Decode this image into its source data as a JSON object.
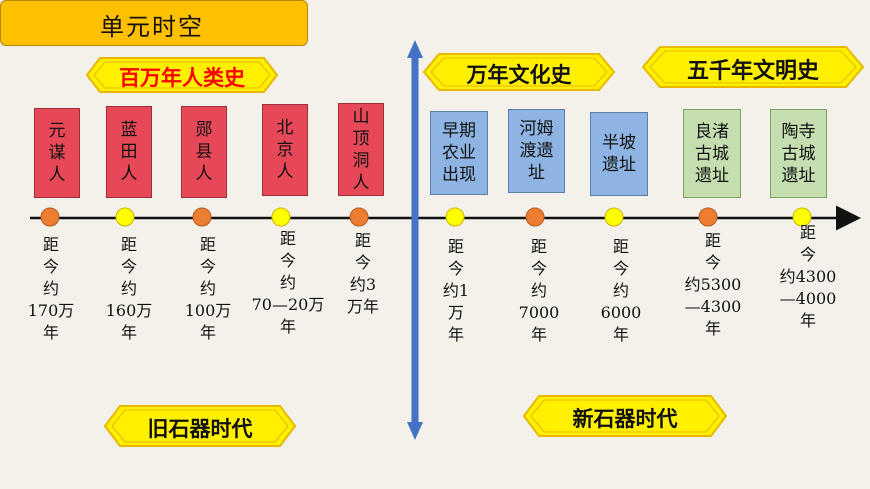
{
  "title": "单元时空",
  "banners": {
    "million": "百万年人类史",
    "ten_thousand": "万年文化史",
    "five_thousand": "五千年文明史",
    "paleolithic": "旧石器时代",
    "neolithic": "新石器时代"
  },
  "sites": [
    {
      "name": "元\n谋\n人",
      "date": "距\n今\n约\n170万\n年",
      "color": "red",
      "dot": "orange"
    },
    {
      "name": "蓝\n田\n人",
      "date": "距\n今\n约\n160万\n年",
      "color": "red",
      "dot": "yellow"
    },
    {
      "name": "郧\n县\n人",
      "date": "距\n今\n约\n100万\n年",
      "color": "red",
      "dot": "orange"
    },
    {
      "name": "北\n京\n人",
      "date": "距\n今\n约\n70—20万\n年",
      "color": "red",
      "dot": "yellow"
    },
    {
      "name": "山\n顶\n洞\n人",
      "date": "距\n今\n约3\n万年",
      "color": "red",
      "dot": "orange"
    },
    {
      "name": "早期\n农业\n出现",
      "date": "距\n今\n约1\n万\n年",
      "color": "blue",
      "dot": "yellow"
    },
    {
      "name": "河姆\n渡遗\n址",
      "date": "距\n今\n约\n7000\n年",
      "color": "blue",
      "dot": "orange"
    },
    {
      "name": "半坡\n遗址",
      "date": "距\n今\n约\n6000\n年",
      "color": "blue",
      "dot": "yellow"
    },
    {
      "name": "良渚\n古城\n遗址",
      "date": "距\n今\n约5300\n—4300\n年",
      "color": "green",
      "dot": "orange"
    },
    {
      "name": "陶寺\n古城\n遗址",
      "date": "距\n今\n约4300\n—4000\n年",
      "color": "green",
      "dot": "yellow"
    }
  ],
  "colors": {
    "background": "#F4F1EA",
    "title_fill": "#FFC000",
    "banner_fill": "#FFF000",
    "banner_border": "#E8B800",
    "divider": "#4472C4",
    "red_box": "#E64858",
    "blue_box": "#8DB4E2",
    "green_box": "#C4DEB0",
    "dot_orange": "#ED7D31",
    "dot_yellow": "#FFFF00"
  }
}
